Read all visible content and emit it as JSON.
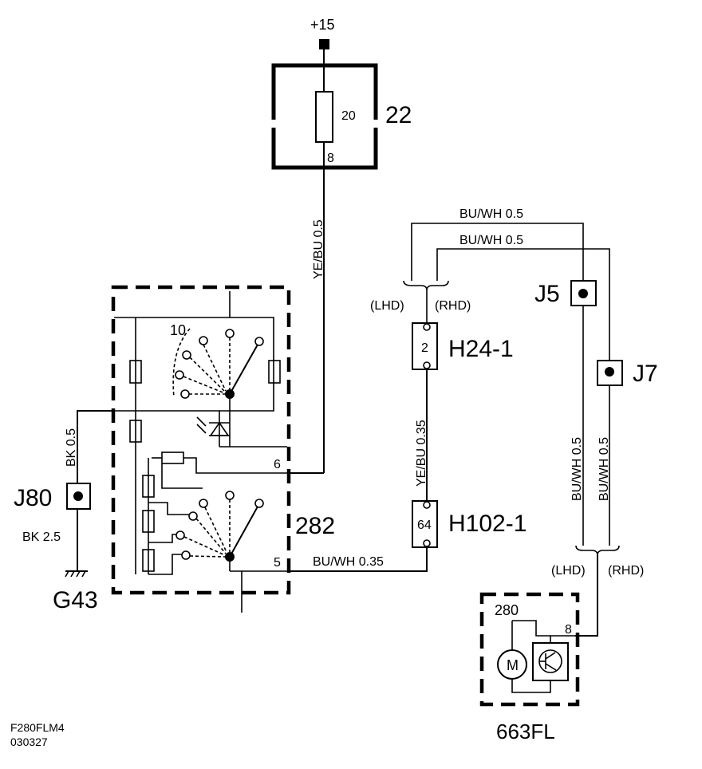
{
  "supply": {
    "label": "+15"
  },
  "fuse": {
    "id": "22",
    "rating": "20",
    "pin": "8"
  },
  "wires": {
    "fuse_to_switch": "YE/BU  0.5",
    "lhd_top": "BU/WH 0.5",
    "rhd_top": "BU/WH 0.5",
    "connector_mid": "YE/BU  0.35",
    "switch_out": "BU/WH 0.35",
    "j5_down": "BU/WH 0.5",
    "j7_down": "BU/WH 0.5",
    "ground_upper": "BK  0.5",
    "ground_lower": "BK  2.5"
  },
  "variants": {
    "lhd": "(LHD)",
    "rhd": "(RHD)"
  },
  "switch": {
    "id": "282",
    "pos_label": "10",
    "pin_upper": "6",
    "pin_lower": "5"
  },
  "connectors": {
    "h24": {
      "id": "H24-1",
      "pin": "2"
    },
    "h102": {
      "id": "H102-1",
      "pin": "64"
    }
  },
  "splices": {
    "j5": "J5",
    "j7": "J7",
    "j80": "J80"
  },
  "ground": {
    "id": "G43"
  },
  "motor": {
    "id": "663FL",
    "pin_label": "280",
    "pin": "8",
    "symbol": "M"
  },
  "footer": {
    "code": "F280FLM4",
    "date": "030327"
  }
}
